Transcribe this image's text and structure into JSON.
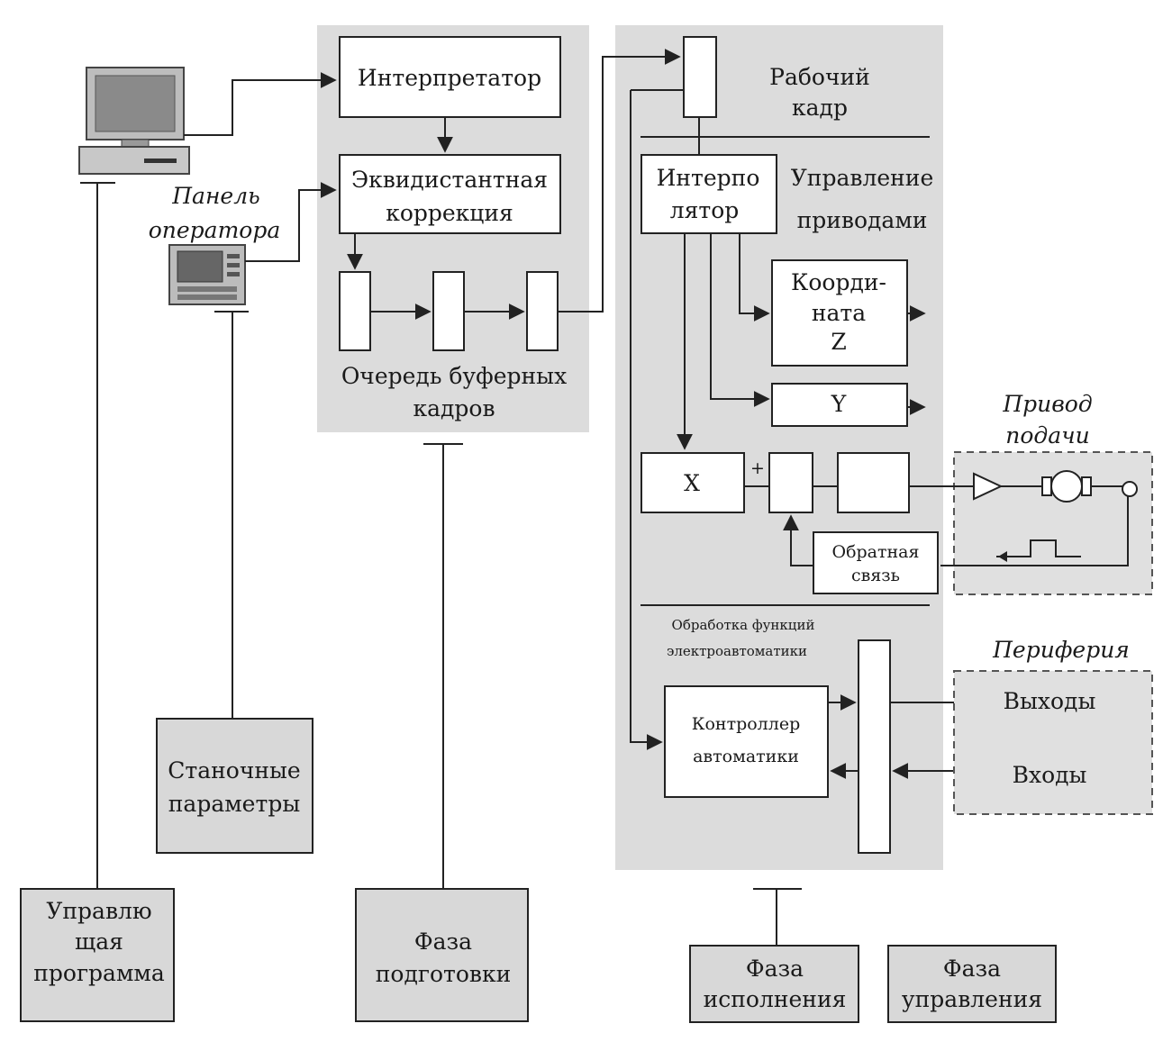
{
  "nodes": {
    "interpreter": "Интерпретатор",
    "equidistant_1": "Эквидистантная",
    "equidistant_2": "коррекция",
    "queue_1": "Очередь буферных",
    "queue_2": "кадров",
    "work_frame_1": "Рабочий",
    "work_frame_2": "кадр",
    "drive_control_1": "Управление",
    "drive_control_2": "приводами",
    "interpolator_1": "Интерпо",
    "interpolator_2": "лятор",
    "coord_z_1": "Коорди-",
    "coord_z_2": "ната",
    "coord_z_3": "Z",
    "coord_y": "Y",
    "coord_x": "X",
    "plus": "+",
    "feedback_1": "Обратная",
    "feedback_2": "связь",
    "feed_drive_1": "Привод",
    "feed_drive_2": "подачи",
    "automation_proc_1": "Обработка функций",
    "automation_proc_2": "электроавтоматики",
    "peripherals": "Периферия",
    "outputs": "Выходы",
    "inputs": "Входы",
    "controller_1": "Контроллер",
    "controller_2": "автоматики",
    "operator_panel_1": "Панель",
    "operator_panel_2": "оператора",
    "machine_params_1": "Станочные",
    "machine_params_2": "параметры",
    "control_program_1": "Управлю",
    "control_program_2": "щая",
    "control_program_3": "программа",
    "prep_phase_1": "Фаза",
    "prep_phase_2": "подготовки",
    "exec_phase_1": "Фаза",
    "exec_phase_2": "исполнения",
    "ctrl_phase_1": "Фаза",
    "ctrl_phase_2": "управления"
  },
  "icons": {
    "computer": "computer-icon",
    "operator_panel": "control-panel-icon",
    "amplifier": "amplifier-icon",
    "motor": "motor-icon",
    "sensor": "sensor-icon",
    "pulse": "pulse-signal-icon"
  },
  "colors": {
    "panel_gray": "#d8d8d8",
    "box_gray": "#d8d8d8",
    "line": "#222222"
  }
}
